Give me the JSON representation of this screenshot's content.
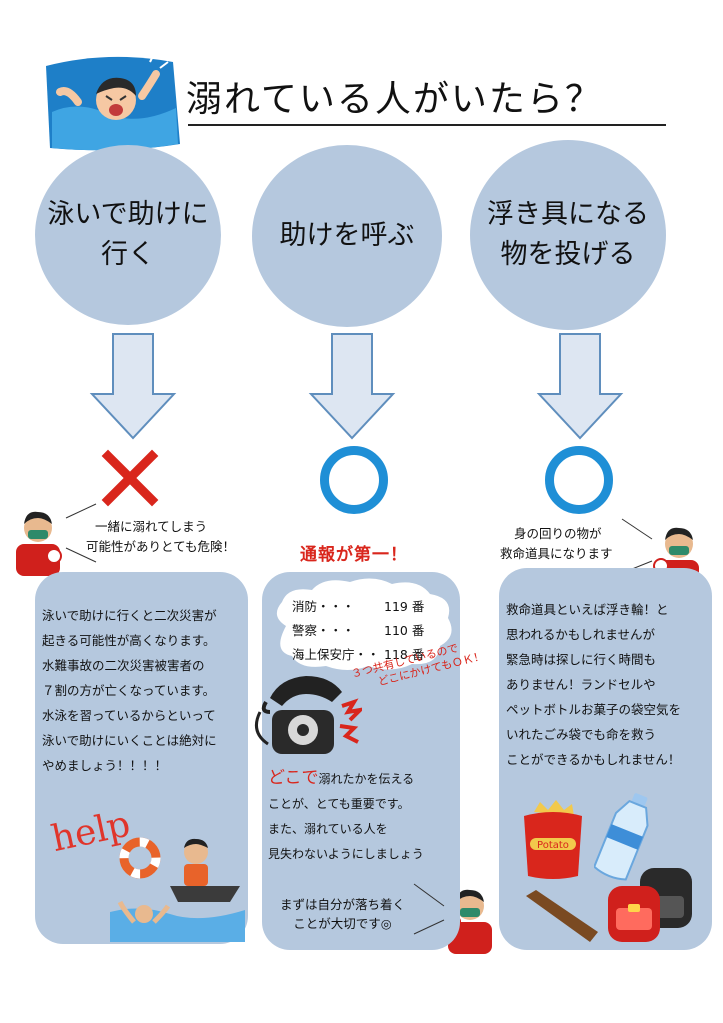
{
  "header": {
    "title": "溺れている人がいたら？"
  },
  "options": [
    {
      "line1": "泳いで助けに",
      "line2": "行く"
    },
    {
      "line1": "助けを呼ぶ",
      "line2": ""
    },
    {
      "line1": "浮き具になる",
      "line2": "物を投げる"
    }
  ],
  "captions": {
    "swim_line1": "一緒に溺れてしまう",
    "swim_line2": "可能性がありとても危険！",
    "call": "通報が第一！",
    "throw_line1": "身の回りの物が",
    "throw_line2": "救命道具になります"
  },
  "panel_swim": {
    "lines": [
      "泳いで助けに行くと二次災害が",
      "起きる可能性が高くなります。",
      "水難事故の二次災害被害者の",
      "７割の方が亡くなっています。",
      "水泳を習っているからといって",
      "泳いで助けにいくことは絶対に",
      "やめましょう！！！！"
    ],
    "help_text": "help"
  },
  "panel_call": {
    "numbers": [
      {
        "label": "消防・・・",
        "number": "119 番"
      },
      {
        "label": "警察・・・",
        "number": "110 番"
      },
      {
        "label": "海上保安庁・・",
        "number": "118 番"
      }
    ],
    "note_line1": "３つ共有しているので",
    "note_line2": "どこにかけてもＯＫ！",
    "doko": "どこで",
    "text_first": "溺れたかを伝える",
    "lines": [
      "ことが、とても重要です。",
      "また、溺れている人を",
      "見失わないようにしましょう"
    ],
    "calm_line1": "まずは自分が落ち着く",
    "calm_line2": "ことが大切です◎"
  },
  "panel_throw": {
    "lines": [
      "救命道具といえば浮き輪！と",
      "思われるかもしれませんが",
      "緊急時は探しに行く時間も",
      "ありません！ランドセルや",
      "ペットボトルお菓子の袋空気を",
      "いれたごみ袋でも命を救う",
      "ことができるかもしれません！"
    ],
    "chips_label": "Potato"
  },
  "colors": {
    "panel": "#b5c8de",
    "circle_mark": "#1f8fd6",
    "cross_mark": "#d9261c",
    "accent_red": "#d9261c"
  },
  "icons": [
    "drowning-person-icon",
    "arrow-down-icon",
    "cross-mark-icon",
    "circle-mark-icon",
    "telephone-icon",
    "life-ring-icon",
    "plastic-bottle-icon",
    "chips-bag-icon",
    "school-bag-icon",
    "stick-icon",
    "lifeguard-person-icon"
  ]
}
